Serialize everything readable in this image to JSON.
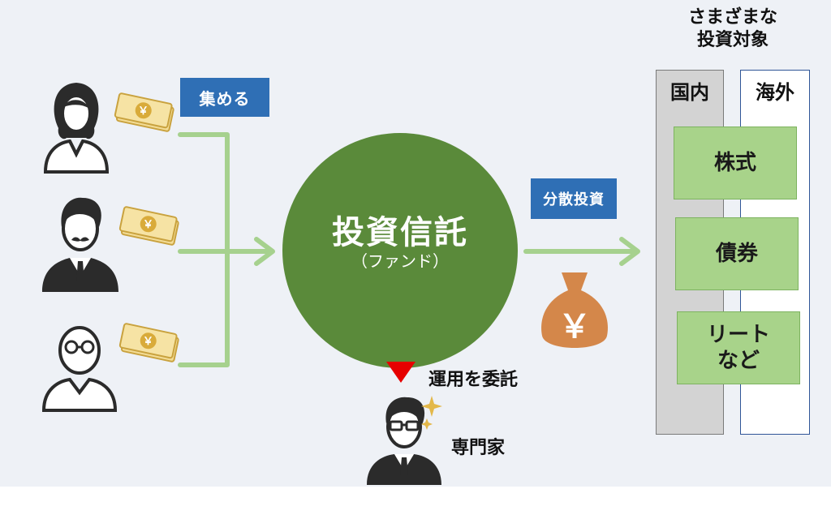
{
  "collect_label": "集める",
  "fund": {
    "title": "投資信託",
    "subtitle": "（ファンド）"
  },
  "diversify_label": "分散投資",
  "yen_symbol": "￥",
  "bill_symbol": "￥",
  "delegate_label": "運用を委託",
  "expert_label": "専門家",
  "targets": {
    "heading_line1": "さまざまな",
    "heading_line2": "投資対象",
    "domestic": "国内",
    "overseas": "海外",
    "items": [
      "株式",
      "債券",
      "リート\nなど"
    ]
  },
  "colors": {
    "accent_blue": "#2f6fb5",
    "fund_green": "#5a8a3a",
    "arrow_green": "#a6d18e",
    "asset_green": "#a8d38a",
    "money_bag": "#d4874a",
    "delegate_red": "#e60000"
  }
}
